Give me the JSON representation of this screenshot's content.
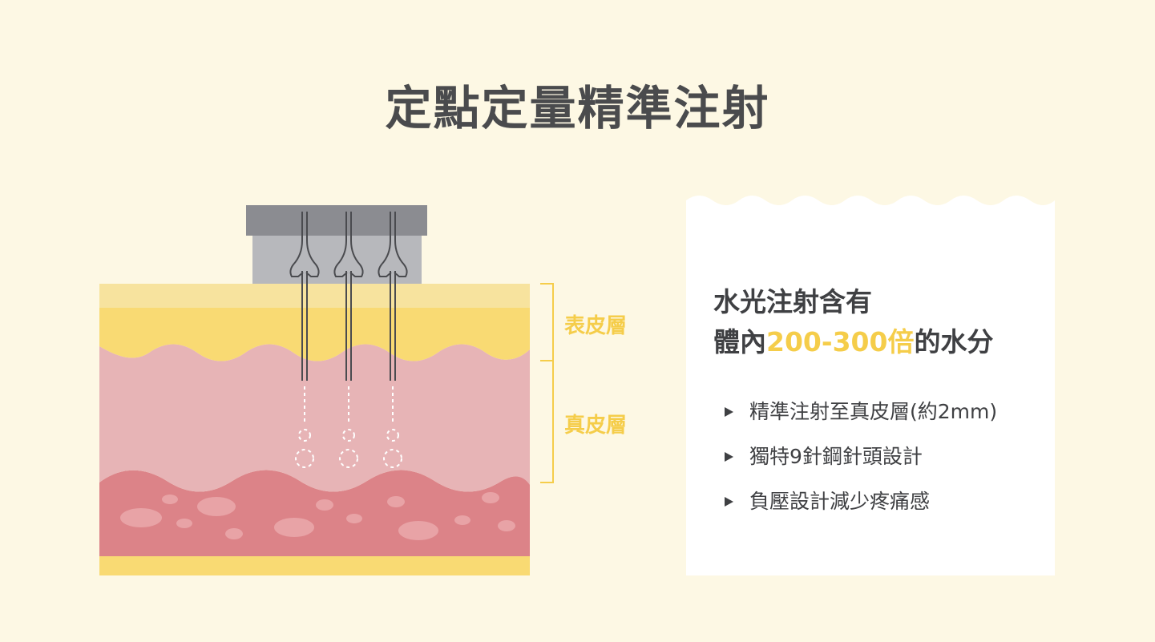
{
  "title": "定點定量精準注射",
  "diagram": {
    "labels": {
      "epidermis": "表皮層",
      "dermis": "真皮層"
    },
    "colors": {
      "background": "#fdf8e4",
      "epidermis_top": "#f7e39e",
      "epidermis": "#f9da73",
      "dermis": "#e7b4b6",
      "subcutaneous": "#dc8388",
      "bottom": "#f9da73",
      "device_top": "#8b8c91",
      "device_body": "#b7b8bc",
      "needle": "#4a4b4f",
      "accent": "#f5cd4a"
    }
  },
  "info_card": {
    "headline_line1": "水光注射含有",
    "headline_line2_prefix": "體內",
    "headline_highlight": "200-300倍",
    "headline_line2_suffix": "的水分",
    "bullets": [
      "精準注射至真皮層(約2mm)",
      "獨特9針鋼針頭設計",
      "負壓設計減少疼痛感"
    ]
  }
}
